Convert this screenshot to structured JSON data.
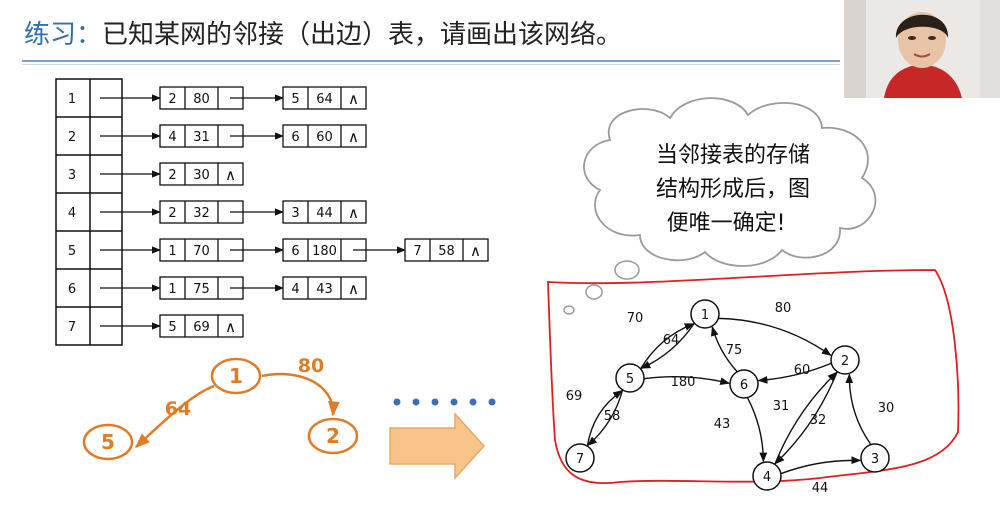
{
  "title": {
    "label": "练习：",
    "text": "已知某网的邻接（出边）表，请画出该网络。"
  },
  "adjacency_table": [
    {
      "vertex": "1",
      "edges": [
        {
          "to": "2",
          "w": "80"
        },
        {
          "to": "5",
          "w": "64"
        }
      ]
    },
    {
      "vertex": "2",
      "edges": [
        {
          "to": "4",
          "w": "31"
        },
        {
          "to": "6",
          "w": "60"
        }
      ]
    },
    {
      "vertex": "3",
      "edges": [
        {
          "to": "2",
          "w": "30"
        }
      ]
    },
    {
      "vertex": "4",
      "edges": [
        {
          "to": "2",
          "w": "32"
        },
        {
          "to": "3",
          "w": "44"
        }
      ]
    },
    {
      "vertex": "5",
      "edges": [
        {
          "to": "1",
          "w": "70"
        },
        {
          "to": "6",
          "w": "180"
        },
        {
          "to": "7",
          "w": "58"
        }
      ]
    },
    {
      "vertex": "6",
      "edges": [
        {
          "to": "1",
          "w": "75"
        },
        {
          "to": "4",
          "w": "43"
        }
      ]
    },
    {
      "vertex": "7",
      "edges": [
        {
          "to": "5",
          "w": "69"
        }
      ]
    }
  ],
  "null_symbol": "∧",
  "sketch": {
    "nodes": [
      "1",
      "5",
      "2"
    ],
    "labels": [
      "64",
      "80"
    ],
    "color": "#e07b27"
  },
  "thought_bubble": {
    "lines": [
      "当邻接表的存储",
      "结构形成后，图",
      "便唯一确定!"
    ]
  },
  "network": {
    "nodes": [
      "1",
      "2",
      "3",
      "4",
      "5",
      "6",
      "7"
    ],
    "edge_labels": [
      "80",
      "70",
      "64",
      "75",
      "180",
      "60",
      "69",
      "58",
      "31",
      "32",
      "30",
      "43",
      "44"
    ]
  },
  "colors": {
    "title_accent": "#2f6db5",
    "sketch": "#e07b27",
    "dots": "#3b6fb8",
    "arrow_fill": "#f9c48a",
    "red_outline": "#e02020"
  }
}
